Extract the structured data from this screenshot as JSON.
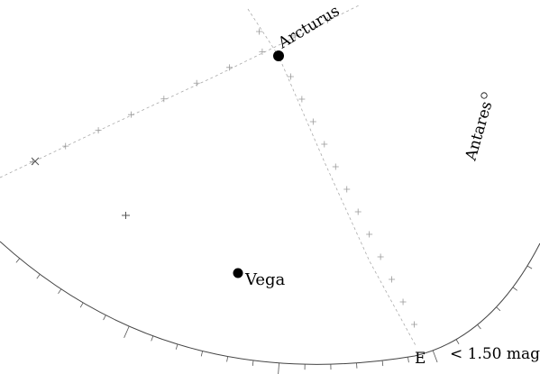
{
  "map": {
    "background": "#ffffff",
    "line_color": "#000000",
    "grid_color": "#aaaaaa"
  },
  "stars": [
    {
      "id": "arcturus",
      "name": "Arcturus",
      "symbol": "filled-dot"
    },
    {
      "id": "vega",
      "name": "Vega",
      "symbol": "filled-dot"
    },
    {
      "id": "antares",
      "name": "Antares",
      "symbol": "open-circle"
    }
  ],
  "horizon": {
    "cardinal_label": "E"
  },
  "legend": {
    "magnitude_text": "< 1.50 mag"
  }
}
